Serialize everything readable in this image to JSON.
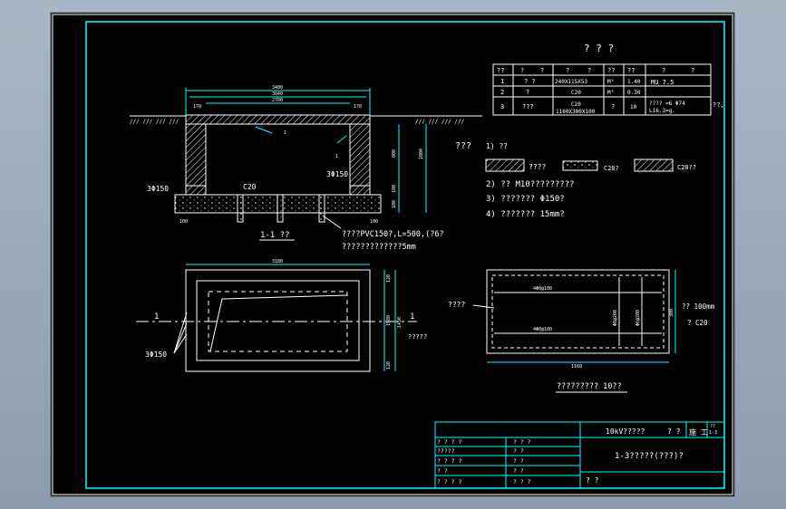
{
  "colors": {
    "canvas_bg": "#000000",
    "frame": "#00ffff",
    "hatch": "#ffffff",
    "dim": "#ffff00",
    "note": "#ff00ff",
    "window_bg": "#98a7bb"
  },
  "table": {
    "title": "? ? ?",
    "headers": [
      "??",
      "?",
      "?",
      "?",
      "?",
      "??",
      "??",
      "?",
      "?"
    ],
    "rows": [
      [
        "1",
        "? ?",
        "240X115X53",
        "M³",
        "1.40",
        "MU 7.5"
      ],
      [
        "2",
        "?",
        "C20",
        "M³",
        "0.30",
        ""
      ],
      [
        "3",
        "???",
        "C20\n1160X300X100",
        "?",
        "10",
        "???? ≈6  Φ74\nL16.3≈g."
      ]
    ],
    "side_note": "??,"
  },
  "legend": {
    "title": "???",
    "index": "1) ??",
    "items": [
      "????",
      "C20?",
      "C20??"
    ],
    "notes": [
      "2) ?? M10?????????",
      "3) ???????  Φ150?",
      "4) ???????  15mm?"
    ]
  },
  "section": {
    "dims": [
      "3480",
      "3040",
      "2700",
      "170",
      "170",
      "800",
      "1000",
      "100",
      "100"
    ],
    "labels": {
      "pipe": "3Φ150",
      "concrete": "C20",
      "mark_1a": "1",
      "mark_1b": "1",
      "title": "1-1  ??",
      "note1": "????PVC150?,L=500,(?6?",
      "note2": "?????????????5mm"
    }
  },
  "plan": {
    "dims": {
      "top": "3180",
      "right_a": "120",
      "right_b": "1980",
      "right_c": "120",
      "right_total": "1450"
    },
    "labels": {
      "section_mark_left": "1",
      "section_mark_right": "1",
      "pipe": "3Φ150",
      "side_note": "?????"
    }
  },
  "slab": {
    "callout": "????",
    "rebar_top": "4Φ8@100",
    "rebar_bottom": "4Φ8@100",
    "rebar_v1": "Φ8@200",
    "rebar_v2": "Φ6@200",
    "dim_bottom": "1160",
    "dim_right": "300",
    "note1": "??  100mm",
    "note2": "?  C20",
    "title": "?????????  10??"
  },
  "titleblock": {
    "project": "10kV?????",
    "phase": "? ?",
    "stage_label": "施 工",
    "sheet": "??\n1-3",
    "drawing_title": "1-3?????(???)?",
    "left_rows": [
      [
        "? ? ? ?",
        "? ? ?"
      ],
      [
        "?????",
        "? ?"
      ],
      [
        "? ? ? ?",
        "? ?"
      ],
      [
        "?  ?",
        "? ?"
      ],
      [
        "? ? ? ?",
        "? ? ?"
      ]
    ],
    "bottom_label": "? ?"
  }
}
